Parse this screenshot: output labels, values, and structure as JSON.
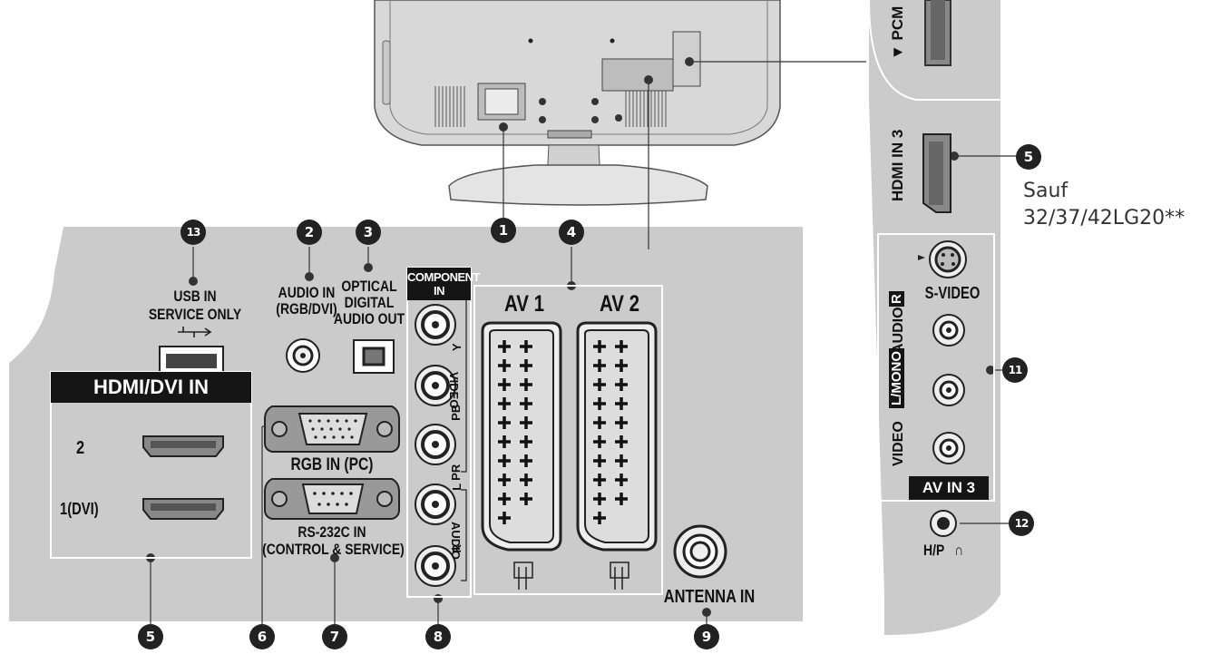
{
  "callouts": {
    "n1": "1",
    "n2": "2",
    "n3": "3",
    "n4": "4",
    "n5a": "5",
    "n5b": "5",
    "n6": "6",
    "n7": "7",
    "n8": "8",
    "n9": "9",
    "n11": "11",
    "n12": "12",
    "n13": "13"
  },
  "labels": {
    "usb": "USB IN",
    "usb_service": "SERVICE ONLY",
    "hdmi_dvi_in": "HDMI/DVI IN",
    "hdmi_2": "2",
    "hdmi_1": "1(DVI)",
    "audio_in": "AUDIO IN",
    "audio_in_sub": "(RGB/DVI)",
    "optical_1": "OPTICAL",
    "optical_2": "DIGITAL",
    "optical_3": "AUDIO OUT",
    "component_1": "COMPONENT",
    "component_2": "IN",
    "video": "VIDEO",
    "audio": "AUDIO",
    "y": "Y",
    "pb": "PB",
    "pr": "PR",
    "l": "L",
    "r": "R",
    "rgb_in": "RGB IN (PC)",
    "rs232_1": "RS-232C IN",
    "rs232_2": "(CONTROL & SERVICE)",
    "av1": "AV 1",
    "av2": "AV 2",
    "antenna_in": "ANTENNA IN",
    "pcm": "▼ PCM",
    "hdmi_in_3": "HDMI IN 3",
    "s_video": "S-VIDEO",
    "side_video": "VIDEO",
    "side_lmono": "L/MONO",
    "side_audio": "AUDIO",
    "side_r": "R",
    "av_in_3": "AV IN 3",
    "hp": "H/P",
    "hp_icon": "∩"
  },
  "note": {
    "line1": "Sauf",
    "line2": "32/37/42LG20**"
  },
  "colors": {
    "panel": "#cbcbcb",
    "tv_body": "#d9d9d9",
    "dark": "#1a1a1a"
  }
}
